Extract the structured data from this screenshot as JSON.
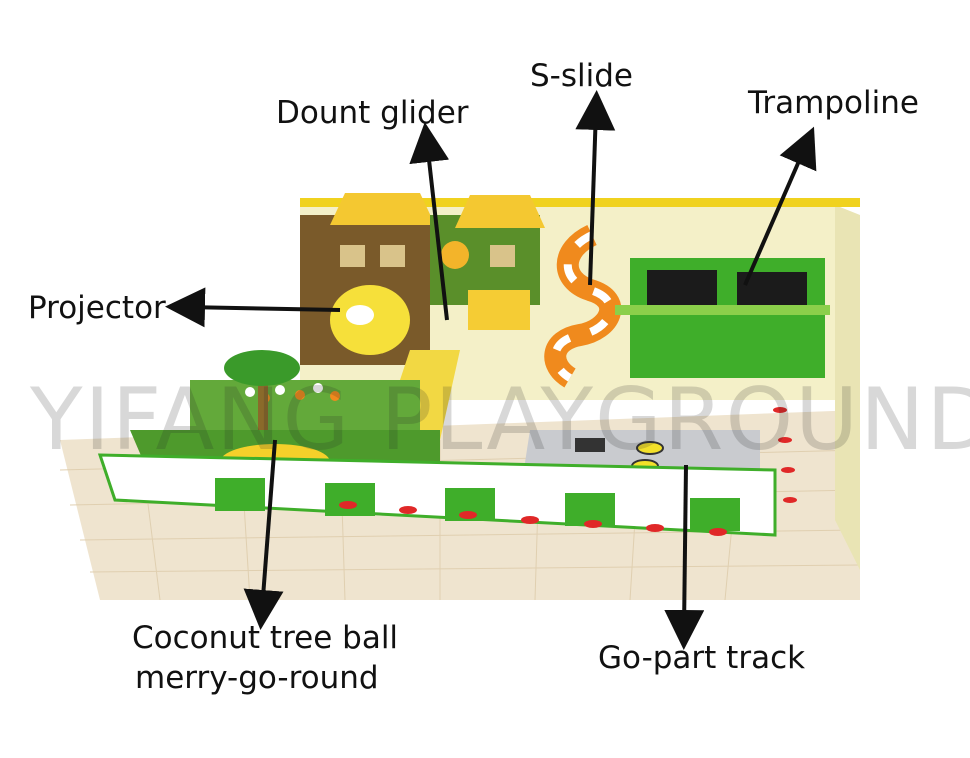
{
  "labels": {
    "projector": "Projector",
    "donut_glider": "Dount glider",
    "s_slide": "S-slide",
    "trampoline": "Trampoline",
    "coconut_line1": "Coconut tree ball",
    "coconut_line2": "merry-go-round",
    "go_kart": "Go-part track"
  },
  "watermark": "YIFANG PLAYGROUND",
  "colors": {
    "accent_green": "#3fae2a",
    "dark_green": "#1f7a1c",
    "yellow": "#f2d23b",
    "orange": "#f08a1d",
    "floor": "#efe6d2",
    "arrow": "#111111"
  }
}
